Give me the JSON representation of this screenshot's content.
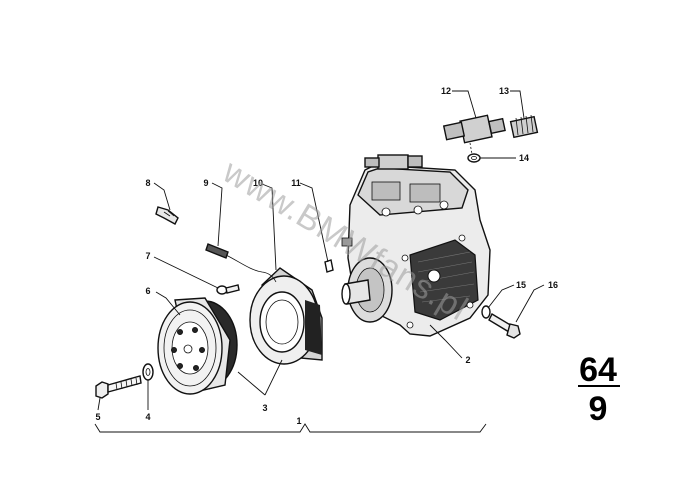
{
  "watermark": "www.BMWfans.pl",
  "page_number": {
    "group": "64",
    "sheet": "9"
  },
  "callouts": [
    "1",
    "2",
    "3",
    "4",
    "5",
    "6",
    "7",
    "8",
    "9",
    "10",
    "11",
    "12",
    "13",
    "14",
    "15",
    "16"
  ],
  "colors": {
    "ink": "#111111",
    "watermark": "#9c9c9c",
    "background": "#ffffff"
  }
}
